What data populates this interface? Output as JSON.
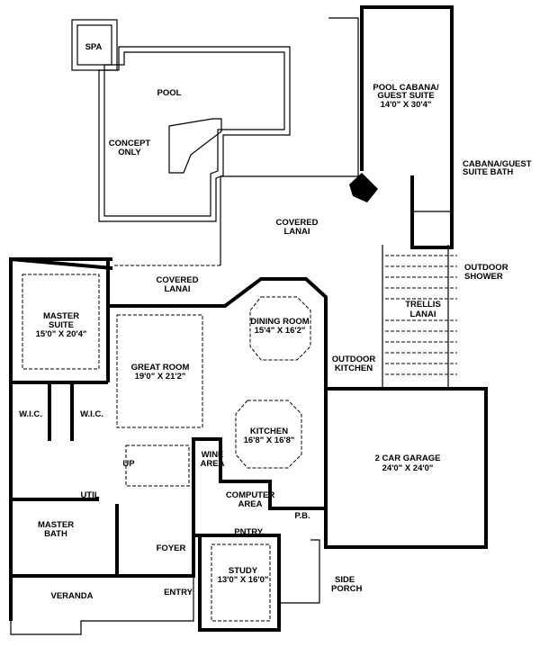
{
  "plan": {
    "rooms": {
      "spa": "SPA",
      "pool": "POOL",
      "concept": [
        "CONCEPT",
        "ONLY"
      ],
      "cabana": [
        "POOL CABANA/",
        "GUEST SUITE",
        "14'0\" X 30'4\""
      ],
      "cabana_bath": [
        "CABANA/GUEST",
        "SUITE BATH"
      ],
      "covered_lanai_1": [
        "COVERED",
        "LANAI"
      ],
      "covered_lanai_2": [
        "COVERED",
        "LANAI"
      ],
      "outdoor_shower": [
        "OUTDOOR",
        "SHOWER"
      ],
      "trellis_lanai": [
        "TRELLIS",
        "LANAI"
      ],
      "master_suite": [
        "MASTER",
        "SUITE",
        "15'0\" X 20'4\""
      ],
      "dining_room": [
        "DINING ROOM",
        "15'4\" X 16'2\""
      ],
      "great_room": [
        "GREAT ROOM",
        "19'0\" X 21'2\""
      ],
      "outdoor_kitchen": [
        "OUTDOOR",
        "KITCHEN"
      ],
      "wic_1": "W.I.C.",
      "wic_2": "W.I.C.",
      "kitchen": [
        "KITCHEN",
        "16'8\" X 16'8\""
      ],
      "garage": [
        "2 CAR GARAGE",
        "24'0\" X 24'0\""
      ],
      "wine_area": [
        "WINE",
        "AREA"
      ],
      "up": "UP",
      "util": "UTIL",
      "computer_area": [
        "COMPUTER",
        "AREA"
      ],
      "master_bath": [
        "MASTER",
        "BATH"
      ],
      "powder_bath": "P.B.",
      "pantry": "PNTRY.",
      "foyer": "FOYER",
      "study": [
        "STUDY",
        "13'0\" X 16'0\""
      ],
      "side_porch": [
        "SIDE",
        "PORCH"
      ],
      "veranda": "VERANDA",
      "entry": "ENTRY"
    }
  }
}
